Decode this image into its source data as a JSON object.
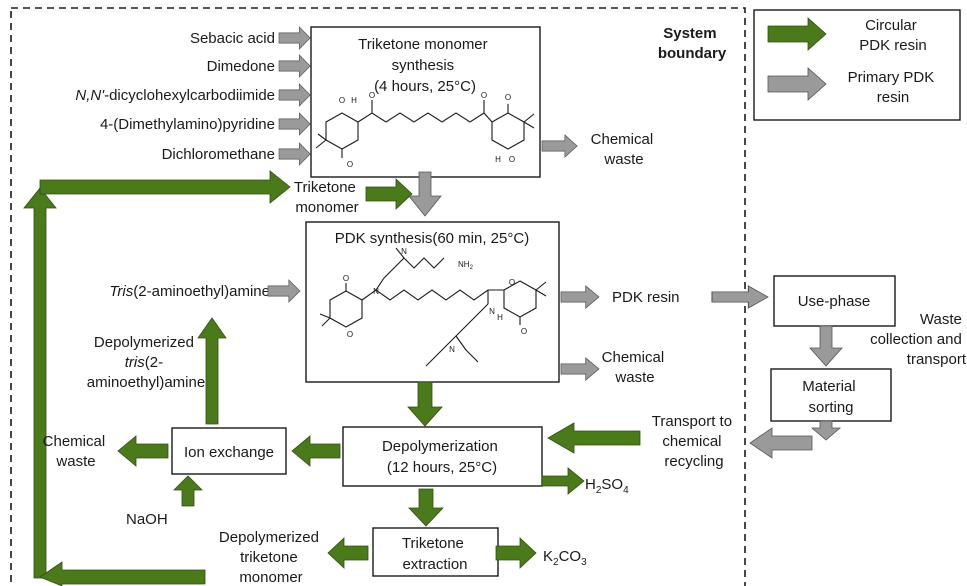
{
  "diagram": {
    "boundary_label": [
      "System",
      "boundary"
    ],
    "legend": {
      "circular": [
        "Circular",
        "PDK resin"
      ],
      "primary": [
        "Primary PDK",
        "resin"
      ],
      "colors": {
        "circular": "#4a7a1a",
        "primary": "#9a9a9a"
      }
    },
    "inputs": {
      "sebacic": "Sebacic acid",
      "dimedone": "Dimedone",
      "dcc_italic": "N,N'",
      "dcc_rest": "-dicyclohexylcarbodiimide",
      "dmap": "4-(Dimethylamino)pyridine",
      "dcm": "Dichloromethane",
      "tren_italic": "Tris",
      "tren_rest": "(2-aminoethyl)amine",
      "naoh": "NaOH",
      "h2so4_main": "H",
      "h2so4_sub": "2",
      "h2so4_rest": "SO",
      "h2so4_sub2": "4",
      "k2co3_main": "K",
      "k2co3_sub": "2",
      "k2co3_rest": "CO",
      "k2co3_sub2": "3"
    },
    "boxes": {
      "triketone_synthesis": [
        "Triketone monomer",
        "synthesis",
        "(4 hours, 25°C)"
      ],
      "pdk_synthesis": "PDK synthesis(60 min, 25°C)",
      "depolymerization": [
        "Depolymerization",
        "(12 hours, 25°C)"
      ],
      "ion_exchange": "Ion exchange",
      "triketone_extraction": [
        "Triketone",
        "extraction"
      ],
      "use_phase": "Use-phase",
      "material_sorting": [
        "Material",
        "sorting"
      ]
    },
    "labels": {
      "chem_waste_1": [
        "Chemical",
        "waste"
      ],
      "triketone_monomer": [
        "Triketone",
        "monomer"
      ],
      "pdk_resin": "PDK resin",
      "chem_waste_2": [
        "Chemical",
        "waste"
      ],
      "depoly_tren_1": "Depolymerized",
      "depoly_tren_2_italic": "tris",
      "depoly_tren_2_rest": "(2-",
      "depoly_tren_3": "aminoethyl)amine",
      "chem_waste_3": [
        "Chemical",
        "waste"
      ],
      "waste_collection": [
        "Waste",
        "collection and",
        "transport"
      ],
      "transport_recycling": [
        "Transport to",
        "chemical",
        "recycling"
      ],
      "depoly_triketone": [
        "Depolymerized",
        "triketone",
        "monomer"
      ]
    },
    "molecule_atoms": {
      "o": "O",
      "h": "H",
      "n": "N",
      "nh2": "NH",
      "nh2_sub": "2"
    }
  }
}
